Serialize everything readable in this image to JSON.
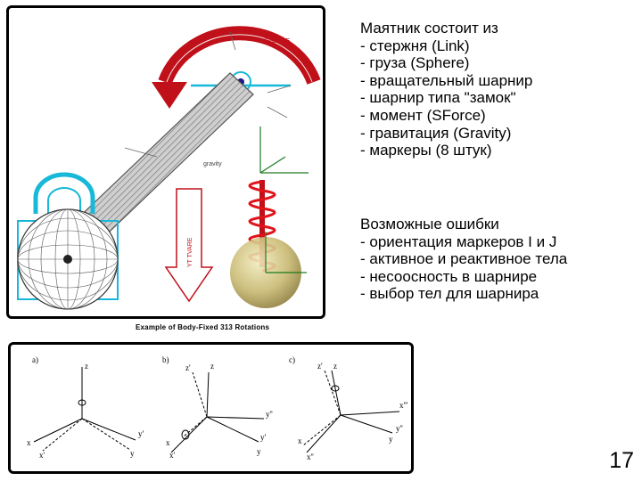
{
  "slide": {
    "heading": "Маятник состоит из",
    "components": [
      "- стержня (Link)",
      "- груза (Sphere)",
      "- вращательный шарнир",
      "- шарнир типа \"замок\"",
      "- момент (SForce)",
      "- гравитация (Gravity)",
      "- маркеры (8 штук)"
    ],
    "errors_heading": "Возможные ошибки",
    "errors": [
      "- ориентация маркеров I и J",
      "- активное и реактивное тела",
      "- несоосность в шарнире",
      "- выбор тел для шарнира"
    ],
    "page_number": "17"
  },
  "figure": {
    "sforce_label": "SFORCE",
    "gravity_label": "gravity",
    "gravity_arrow_text": "YT TVARE",
    "caption": "Example of Body-Fixed 313 Rotations",
    "colors": {
      "sforce": "#c0101a",
      "spring": "#e0141a",
      "lock": "#18b8d8",
      "marker": "#1a7a20",
      "link": "#9a9a9a"
    }
  },
  "rotations": {
    "panels": [
      {
        "tag": "a)",
        "axes": [
          "z",
          "x",
          "x'",
          "y",
          "y'"
        ]
      },
      {
        "tag": "b)",
        "axes": [
          "z",
          "z'",
          "x",
          "x'",
          "y",
          "y'",
          "y''"
        ]
      },
      {
        "tag": "c)",
        "axes": [
          "z",
          "z'",
          "x",
          "x''",
          "y",
          "y''",
          "x'''"
        ]
      }
    ]
  }
}
